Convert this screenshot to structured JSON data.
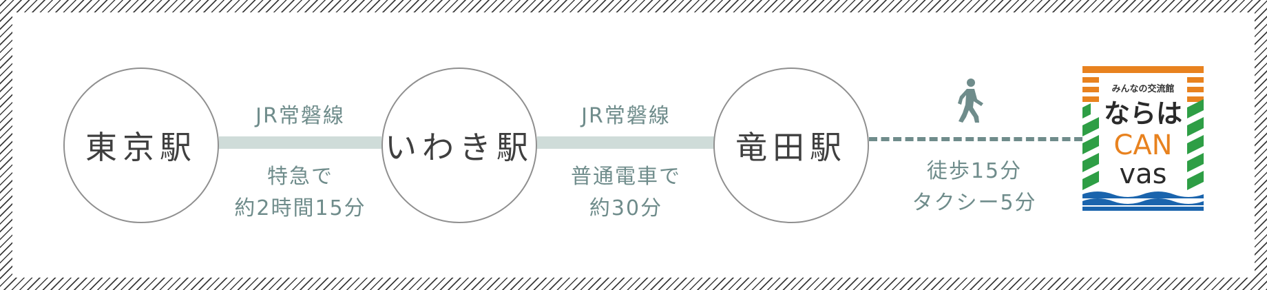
{
  "stations": {
    "tokyo": "東京駅",
    "iwaki": "いわき駅",
    "tatsuta": "竜田駅"
  },
  "segments": {
    "seg1": {
      "line": "JR常磐線",
      "detail_line1": "特急で",
      "detail_line2": "約2時間15分"
    },
    "seg2": {
      "line": "JR常磐線",
      "detail_line1": "普通電車で",
      "detail_line2": "約30分"
    },
    "seg3": {
      "detail_line1": "徒歩15分",
      "detail_line2": "タクシー5分"
    }
  },
  "destination": {
    "logo_subtitle": "みんなの交流館",
    "logo_line1": "ならは",
    "logo_line2": "CAN",
    "logo_line3": "vas"
  },
  "icons": {
    "walk": "walking-person-icon"
  },
  "colors": {
    "rail": "#cfdcd9",
    "accent_text": "#6f8c8b",
    "station_border": "#8f8f8f",
    "logo_orange": "#e8821f",
    "logo_green": "#2e9e45",
    "logo_blue": "#1a64ad"
  }
}
